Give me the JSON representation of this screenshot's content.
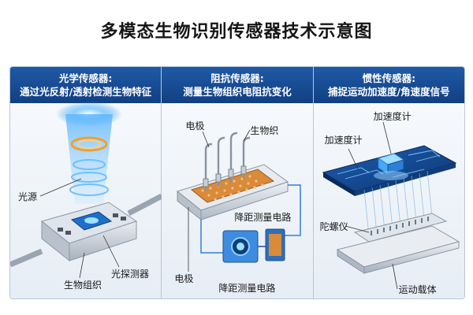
{
  "title": "多模态生物识别传感器技术示意图",
  "panels": [
    {
      "header_line1": "光学传感器:",
      "header_line2": "通过光反射/透射检测生物特征",
      "labels": {
        "light_source": "光源",
        "photodetector": "光探测器",
        "tissue": "生物组织"
      }
    },
    {
      "header_line1": "阻抗传感器:",
      "header_line2": "测量生物组织电阻抗变化",
      "labels": {
        "electrode_top": "电极",
        "tissue": "生物织",
        "circuit_a": "降距测量电路",
        "electrode_bottom": "电极",
        "circuit_b": "降距测量电路"
      }
    },
    {
      "header_line1": "惯性传感器:",
      "header_line2": "捕捉运动加速度/角速度信号",
      "labels": {
        "accel_a": "加速度计",
        "accel_b": "加速度计",
        "gyro": "陀螺仪",
        "carrier": "运动载体"
      }
    }
  ],
  "colors": {
    "header": "#1a4f96",
    "accent_blue": "#2f7fd8",
    "copper": "#d98a3a"
  }
}
